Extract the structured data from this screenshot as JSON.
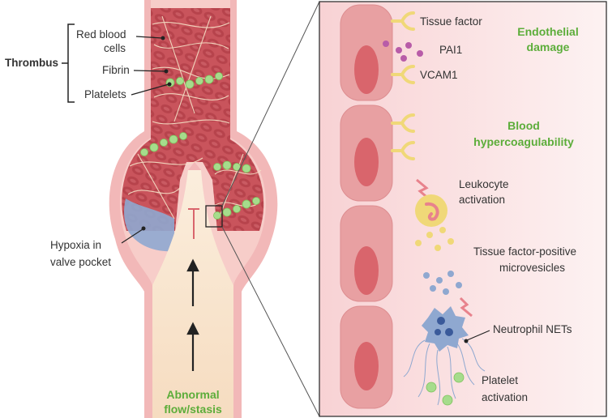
{
  "left_panel": {
    "thrombus_label": "Thrombus",
    "red_blood_cells_line1": "Red blood",
    "red_blood_cells_line2": "cells",
    "fibrin": "Fibrin",
    "platelets": "Platelets",
    "hypoxia_line1": "Hypoxia in",
    "hypoxia_line2": "valve pocket",
    "abnormal_line1": "Abnormal",
    "abnormal_line2": "flow/stasis"
  },
  "right_panel": {
    "tissue_factor": "Tissue factor",
    "pai1": "PAI1",
    "vcam1": "VCAM1",
    "endothelial_line1": "Endothelial",
    "endothelial_line2": "damage",
    "blood_line1": "Blood",
    "blood_line2": "hypercoagulability",
    "leukocyte_line1": "Leukocyte",
    "leukocyte_line2": "activation",
    "tf_line1": "Tissue factor-positive",
    "tf_line2": "microvesicles",
    "neutrophil": "Neutrophil NETs",
    "platelet_line1": "Platelet",
    "platelet_line2": "activation"
  },
  "colors": {
    "vessel_wall": "#f2b8b8",
    "clot": "#c9545c",
    "endothelial_cell": "#e8a0a2",
    "nucleus": "#d9656c",
    "accent_green": "#5cad3a",
    "receptor_yellow": "#f0d878",
    "pai1_purple": "#b85ca8",
    "hypoxia_blue": "#8fa8d0",
    "platelet_green": "#a6dc8c"
  }
}
